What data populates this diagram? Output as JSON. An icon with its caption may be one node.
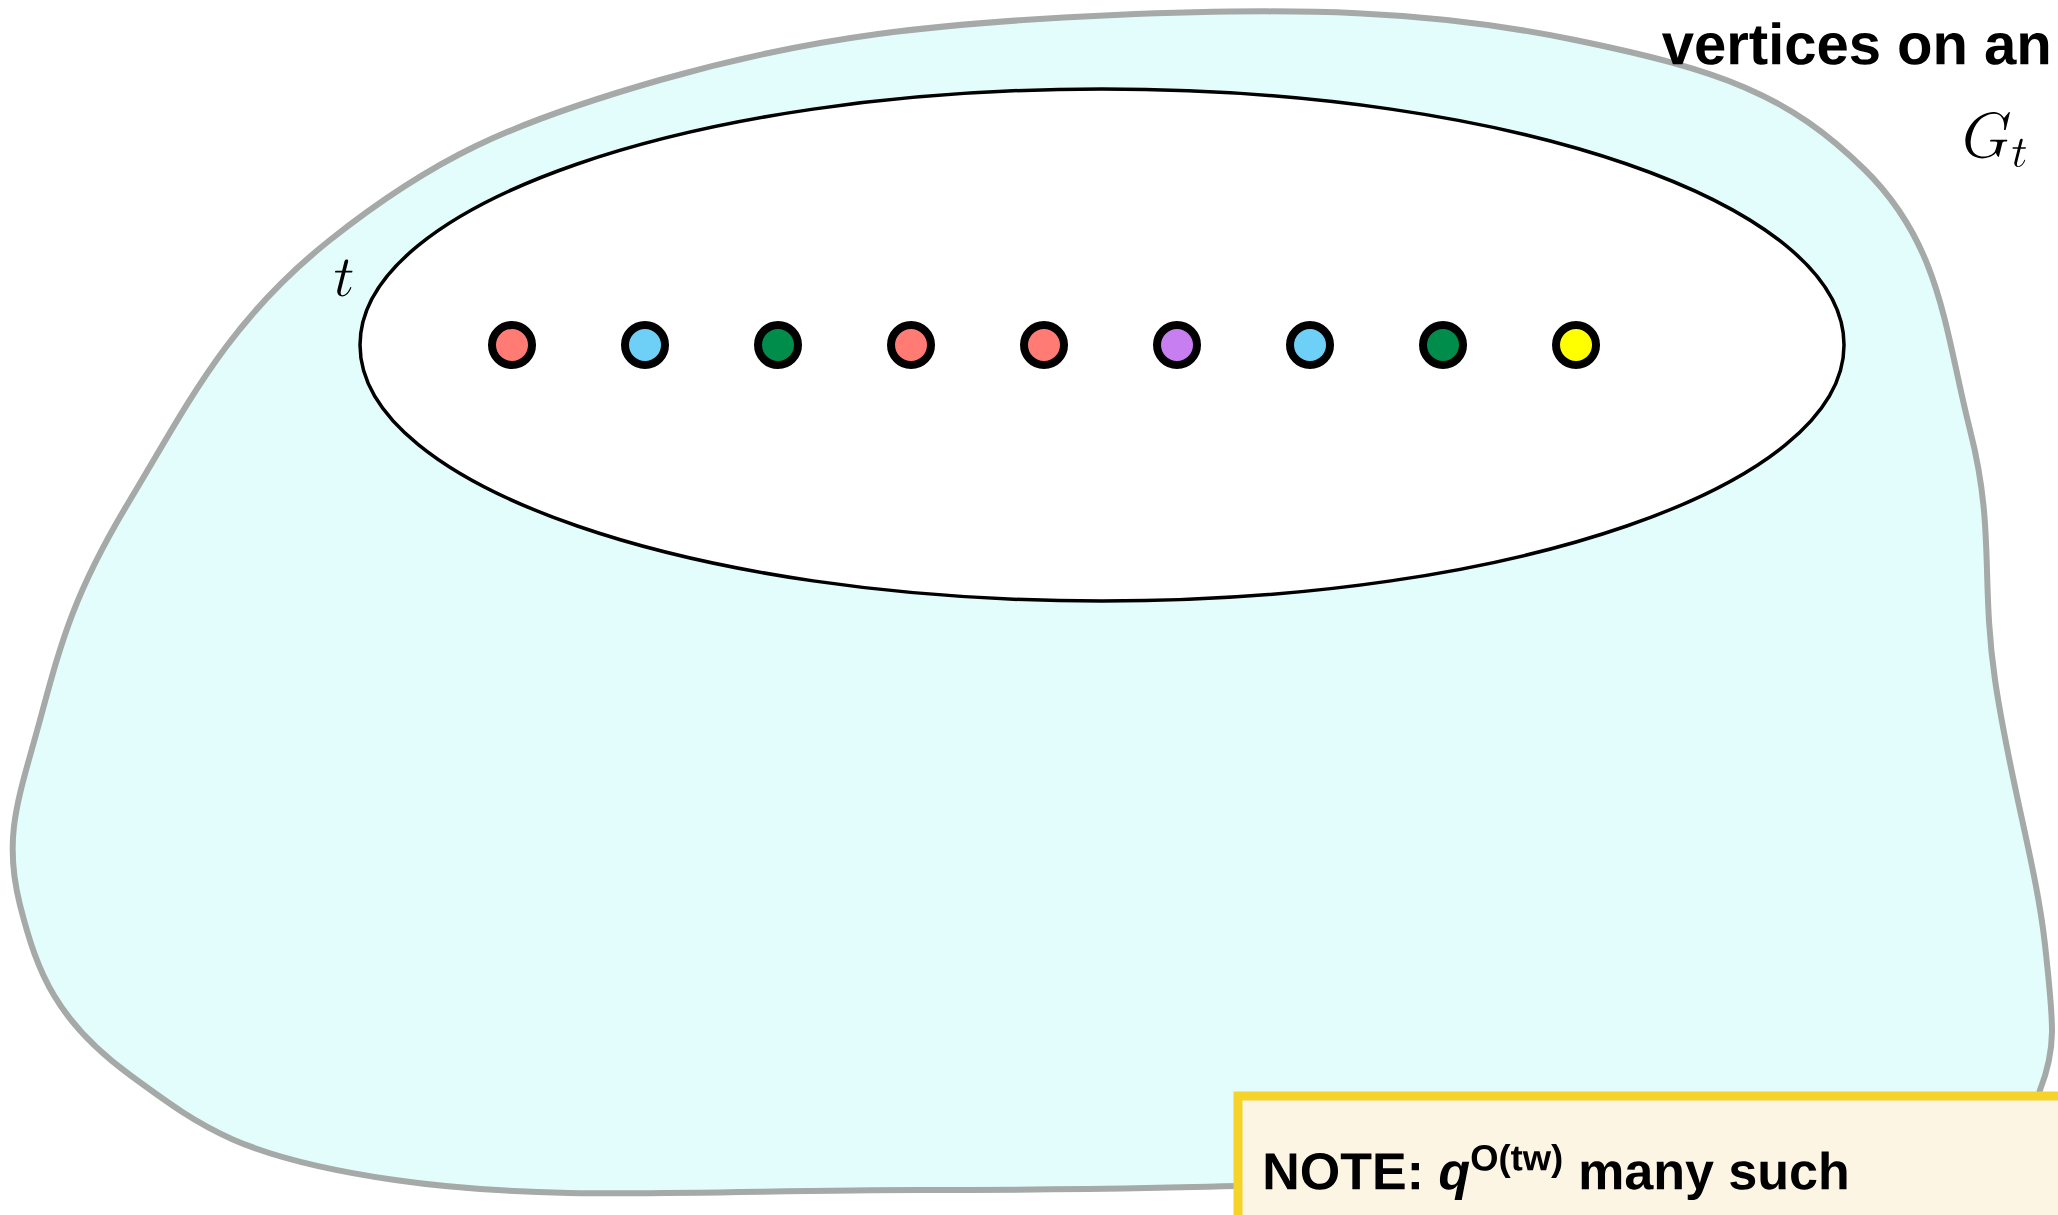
{
  "diagram": {
    "nodes": [
      {
        "text": [
          "G_t"
        ]
      },
      {
        "text": [
          "t"
        ],
        "in": 0
      },
      {
        "text": [],
        "shape": "circle",
        "in": 1
      },
      {
        "text": [],
        "shape": "circle",
        "in": 1
      },
      {
        "text": [],
        "shape": "circle",
        "in": 1
      },
      {
        "text": [],
        "shape": "circle",
        "in": 1
      },
      {
        "text": [],
        "shape": "circle",
        "in": 1
      },
      {
        "text": [],
        "shape": "circle",
        "in": 1
      },
      {
        "text": [],
        "shape": "circle",
        "in": 1
      },
      {
        "text": [],
        "shape": "circle",
        "in": 1
      },
      {
        "text": [],
        "shape": "circle",
        "in": 1
      },
      {
        "text": [
          "NOTE: *q*$^{O(tw)}$ many such"
        ]
      }
    ],
    "labels": [
      "vertices on an"
    ]
  }
}
